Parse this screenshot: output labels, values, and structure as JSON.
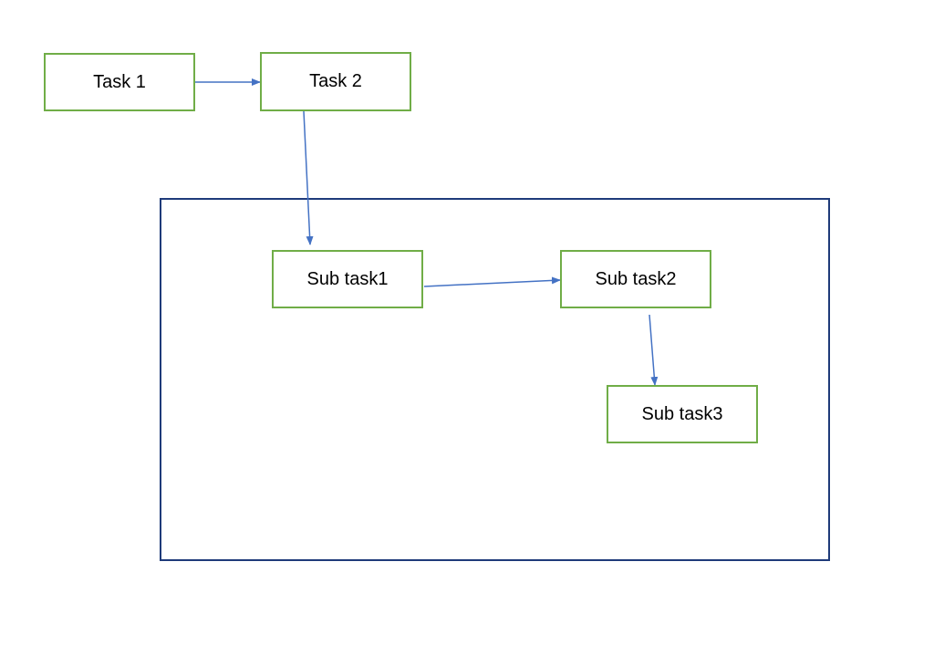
{
  "diagram": {
    "nodes": [
      {
        "id": "task1",
        "label": "Task 1"
      },
      {
        "id": "task2",
        "label": "Task 2"
      },
      {
        "id": "subtask1",
        "label": "Sub task1"
      },
      {
        "id": "subtask2",
        "label": "Sub task2"
      },
      {
        "id": "subtask3",
        "label": "Sub task3"
      }
    ],
    "edges": [
      {
        "from": "task1",
        "to": "task2"
      },
      {
        "from": "task2",
        "to": "subtask1"
      },
      {
        "from": "subtask1",
        "to": "subtask2"
      },
      {
        "from": "subtask2",
        "to": "subtask3"
      }
    ],
    "group": {
      "contains": [
        "subtask1",
        "subtask2",
        "subtask3"
      ]
    }
  },
  "colors": {
    "node_border": "#70AD47",
    "group_border": "#1F3B7A",
    "edge": "#4472C4",
    "background": "#FFFFFF",
    "text": "#000000"
  }
}
